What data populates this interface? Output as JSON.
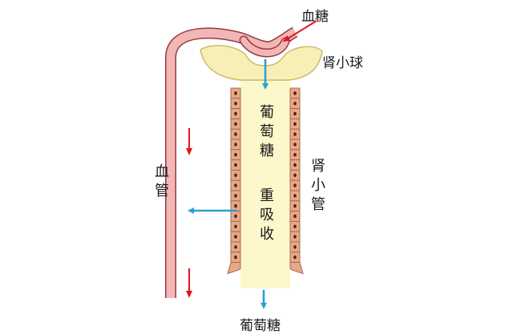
{
  "labels": {
    "blood_sugar": "血糖",
    "glomerulus": "肾小球",
    "renal_tubule": "肾小管",
    "blood_vessel": "血管",
    "glucose_inside": "葡萄糖",
    "reabsorption": "重吸收",
    "glucose_out": "葡萄糖"
  },
  "colors": {
    "vessel_fill": "#f1b7b7",
    "vessel_stroke": "#9a3a3a",
    "tubule_fluid": "#fdf7cc",
    "glomerulus_fill": "#f8efb6",
    "glomerulus_stroke": "#c9b86a",
    "cell_fill": "#e5a889",
    "cell_stroke": "#a5643f",
    "cell_nucleus": "#5a1f12",
    "flow_arrow": "#2a9fd6",
    "blood_arrow": "#e3121b"
  },
  "icons": {
    "flow_arrow": "blue-arrow-icon",
    "blood_arrow": "red-arrow-icon"
  }
}
